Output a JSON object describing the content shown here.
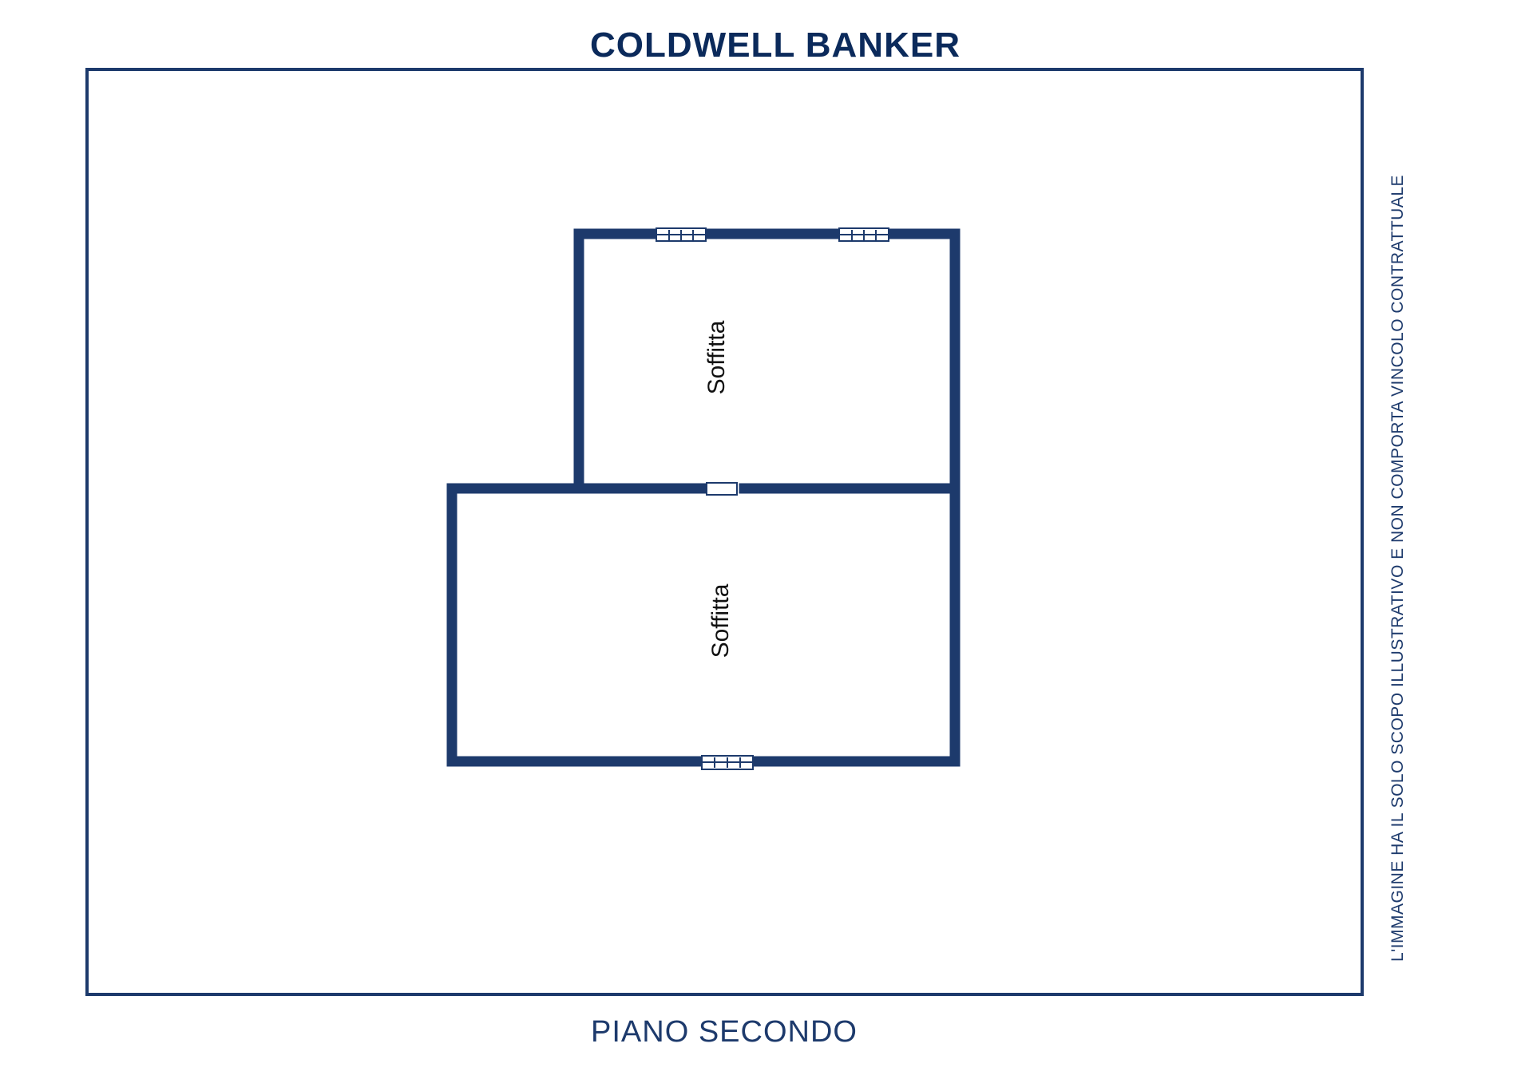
{
  "brand": "COLDWELL BANKER",
  "floor_label": "PIANO SECONDO",
  "disclaimer": "L'IMMAGINE HA IL SOLO SCOPO ILLUSTRATIVO E NON COMPORTA VINCOLO CONTRATTUALE",
  "rooms": [
    {
      "label": "Soffitta"
    },
    {
      "label": "Soffitta"
    }
  ],
  "colors": {
    "wall": "#1d3a6c",
    "brand": "#0b2a5b",
    "room_label": "#111111"
  }
}
